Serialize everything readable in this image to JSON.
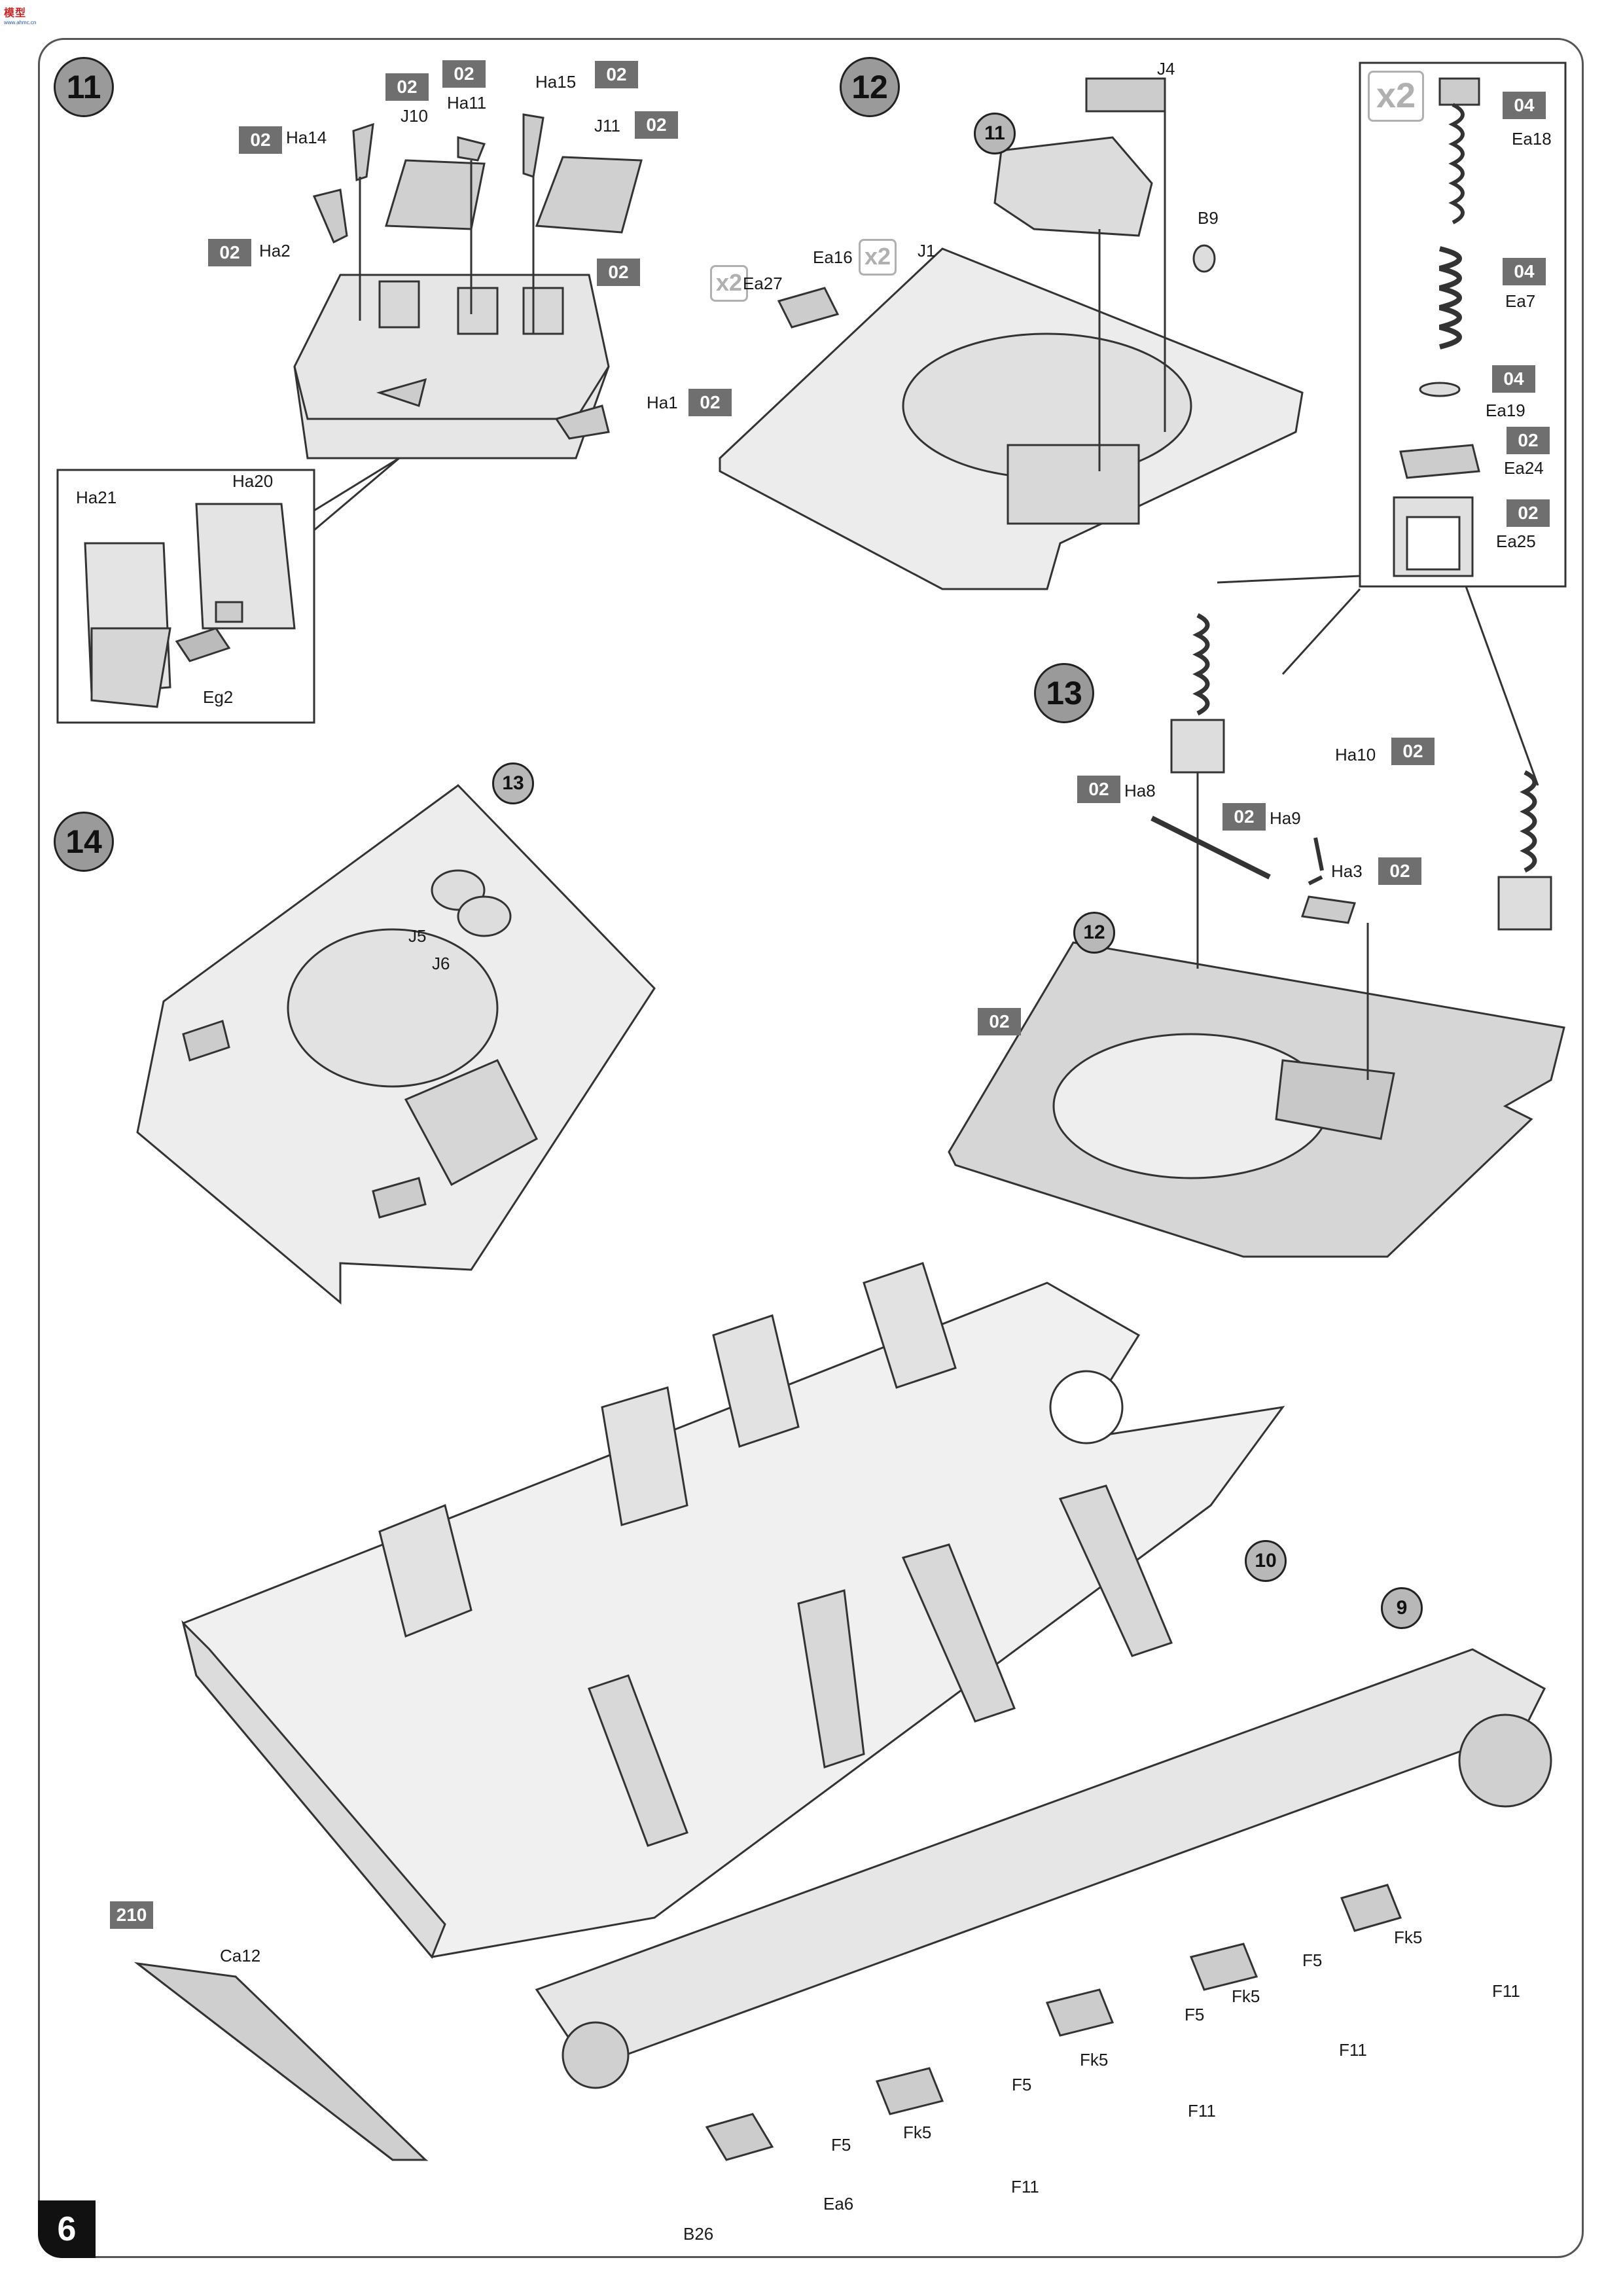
{
  "logo": {
    "line1": "模型",
    "line2": "www.ahmc.cn"
  },
  "page_number": "6",
  "steps": {
    "s11": "11",
    "s12": "12",
    "s13": "13",
    "s14": "14"
  },
  "refs": {
    "r11": "11",
    "r12": "12",
    "r13": "13",
    "r10": "10",
    "r9": "9"
  },
  "multiplier": "x2",
  "sprue_tags": {
    "t02": "02",
    "t04": "04",
    "t210": "210"
  },
  "labels": {
    "Ha14": "Ha14",
    "J10": "J10",
    "Ha11": "Ha11",
    "Ha15": "Ha15",
    "J11": "J11",
    "Ha2": "Ha2",
    "Ha1": "Ha1",
    "Ha21": "Ha21",
    "Ha20": "Ha20",
    "Eg2": "Eg2",
    "J4": "J4",
    "B9": "B9",
    "J1": "J1",
    "Ea16": "Ea16",
    "Ea27": "Ea27",
    "Ea18": "Ea18",
    "Ea7": "Ea7",
    "Ea19": "Ea19",
    "Ea24": "Ea24",
    "Ea25": "Ea25",
    "Ha10": "Ha10",
    "Ha8": "Ha8",
    "Ha9": "Ha9",
    "Ha3": "Ha3",
    "J5": "J5",
    "J6": "J6",
    "Ca12": "Ca12",
    "B26": "B26",
    "Ea6": "Ea6",
    "F5": "F5",
    "Fk5": "Fk5",
    "F11": "F11"
  }
}
